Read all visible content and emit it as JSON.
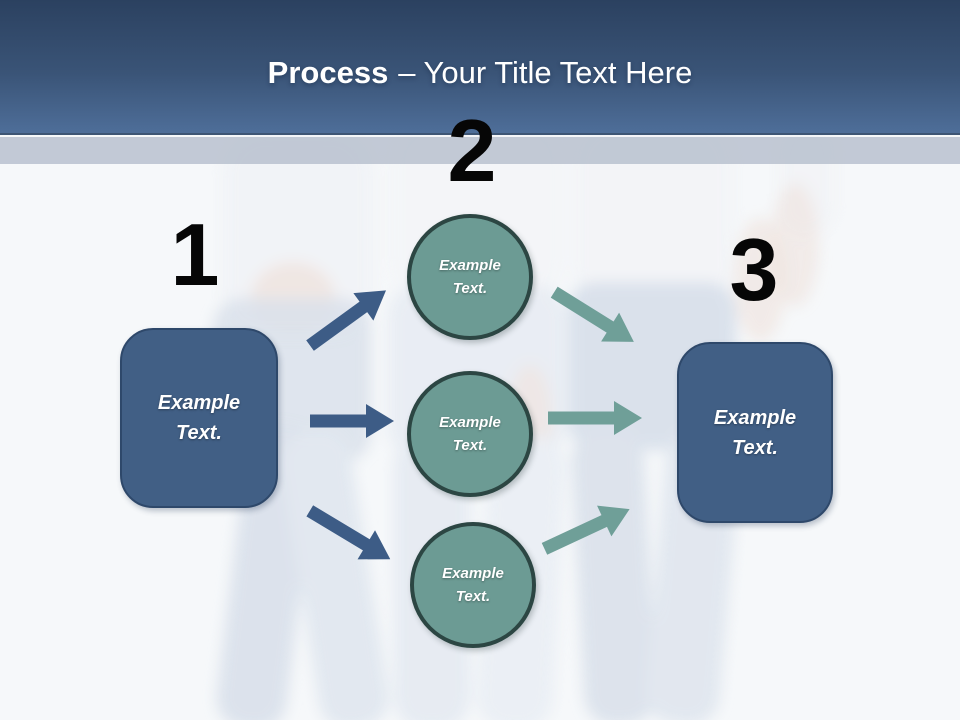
{
  "title": {
    "prefix": "Process",
    "suffix": "– Your Title Text Here"
  },
  "steps": [
    {
      "number": "1",
      "shape": "rounded-box",
      "label": "Example Text."
    },
    {
      "number": "2",
      "shape": "circle-group",
      "circles": [
        {
          "label": "Example Text."
        },
        {
          "label": "Example Text."
        },
        {
          "label": "Example Text."
        }
      ]
    },
    {
      "number": "3",
      "shape": "rounded-box",
      "label": "Example Text."
    }
  ],
  "colors": {
    "header_gradient_top": "#2b4160",
    "header_gradient_bottom": "#4e6e99",
    "subheader_band": "#b7c0ce",
    "background": "#f6f8fa",
    "process_box_fill": "#415f85",
    "process_box_border": "#2e486a",
    "circle_fill": "#6c9b94",
    "circle_border": "#2c4643",
    "arrow_blue": "#3d5c86",
    "arrow_teal": "#6f9f98",
    "step_number_color": "#060606",
    "label_text_color": "#ffffff"
  }
}
